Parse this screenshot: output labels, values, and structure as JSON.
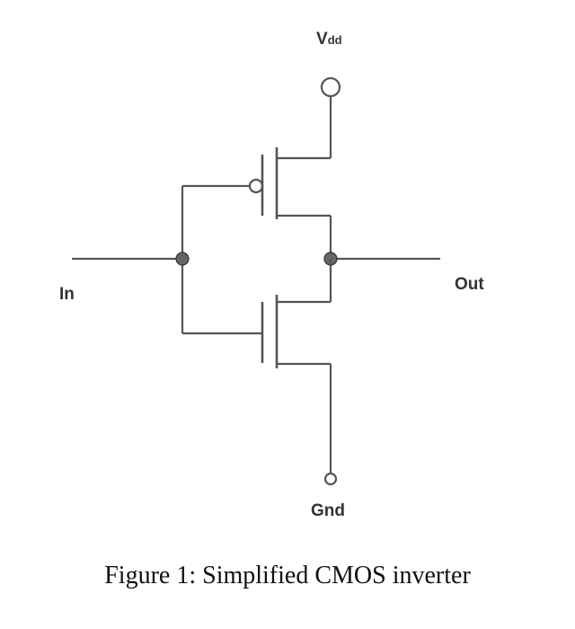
{
  "labels": {
    "vdd_main": "V",
    "vdd_sub": "dd",
    "input": "In",
    "output": "Out",
    "ground": "Gnd"
  },
  "caption": "Figure 1: Simplified CMOS inverter"
}
